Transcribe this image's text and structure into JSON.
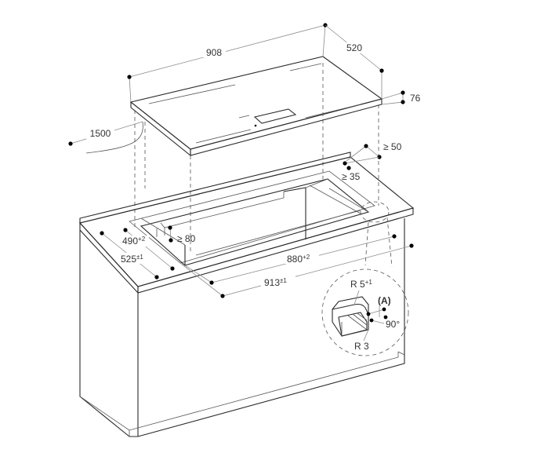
{
  "dimensions": {
    "width": "908",
    "depth": "520",
    "thickness": "76",
    "cable": "1500",
    "rear_clearance": "≥ 50",
    "side_clearance": "≥ 35",
    "front_clearance": "≥ 80",
    "cutout_depth": "490",
    "cutout_depth_tol": "+2",
    "rebate_depth": "525",
    "rebate_depth_tol": "±1",
    "cutout_width": "880",
    "cutout_width_tol": "+2",
    "rebate_width": "913",
    "rebate_width_tol": "±1"
  },
  "detail": {
    "radius_outer": "R 5",
    "radius_outer_tol": "+1",
    "radius_inner": "R 3",
    "marker": "(A)",
    "angle": "90°"
  }
}
